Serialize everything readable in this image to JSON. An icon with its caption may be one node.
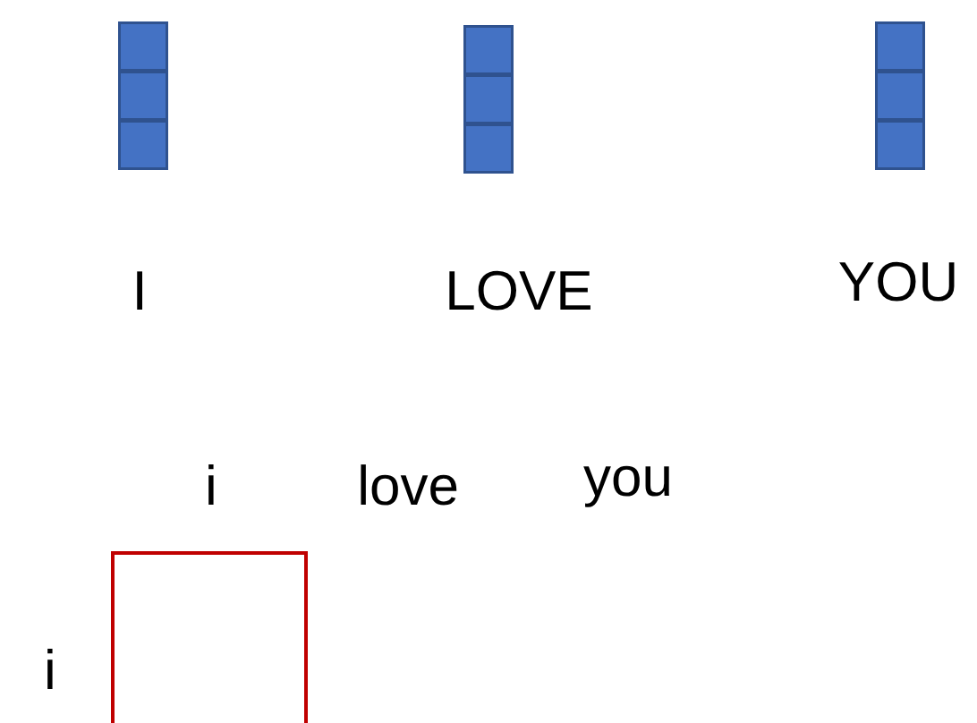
{
  "diagram": {
    "nodes": [
      {
        "text": [
          "I"
        ]
      },
      {
        "text": [
          "LOVE"
        ]
      },
      {
        "text": [
          "YOU"
        ]
      },
      {
        "text": [],
        "shape": "box"
      }
    ],
    "labels": [
      "i",
      "love",
      "you",
      "i"
    ]
  }
}
